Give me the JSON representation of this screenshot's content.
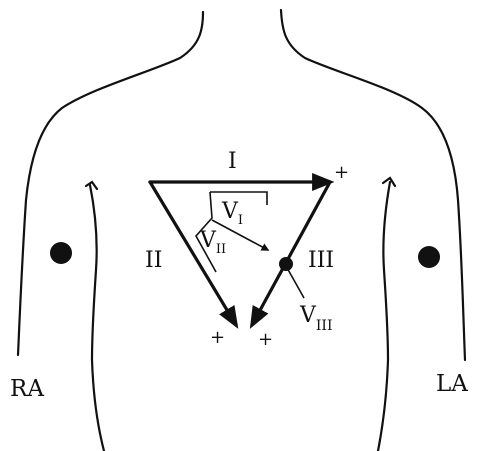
{
  "diagram": {
    "labels": {
      "lead_I": "I",
      "lead_II": "II",
      "lead_III": "III",
      "plus": "+",
      "right_arm": "RA",
      "left_arm": "LA",
      "vector_base": "V",
      "vector_I_sub": "I",
      "vector_II_sub": "II",
      "vector_III_sub": "III"
    },
    "colors": {
      "ink": "#111111",
      "background": "#ffffff"
    }
  }
}
